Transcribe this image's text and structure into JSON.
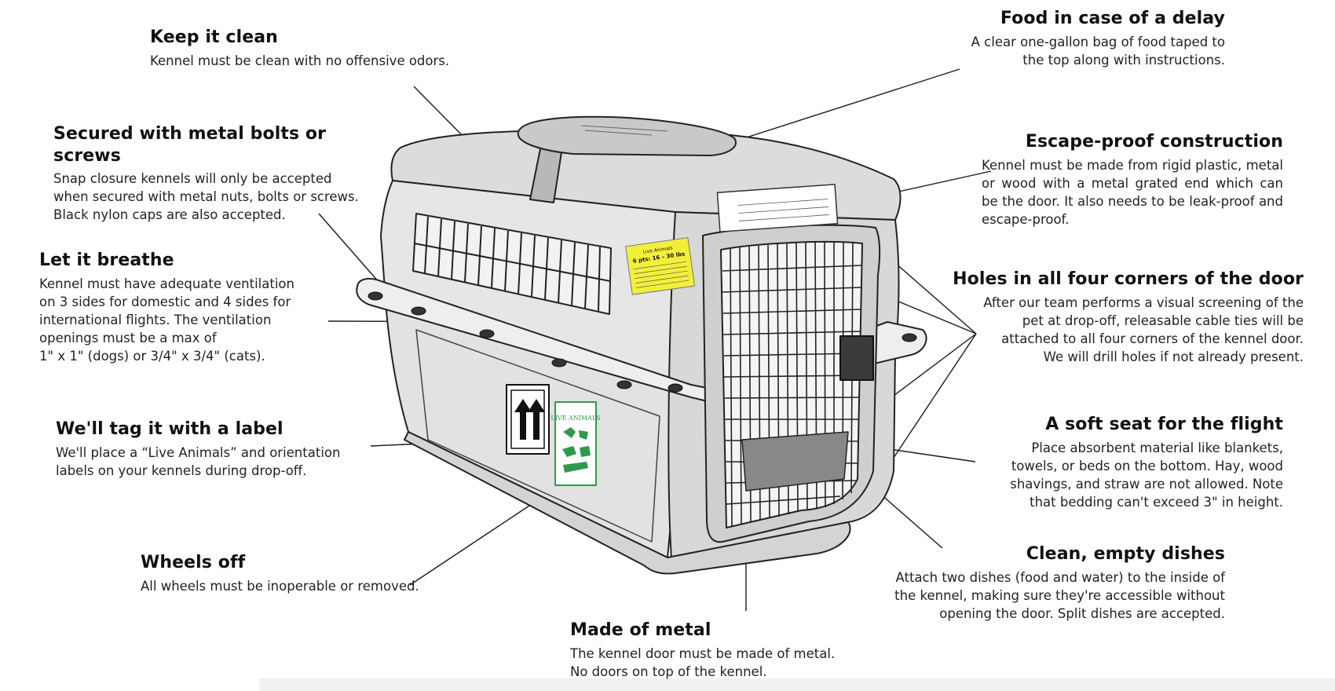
{
  "callouts": {
    "keep_clean": {
      "title": "Keep it clean",
      "text": "Kennel must be clean with no offensive odors."
    },
    "food_delay": {
      "title": "Food in case of a delay",
      "text": "A clear one-gallon bag of food taped to\nthe top along with instructions."
    },
    "secured": {
      "title": "Secured with metal bolts or screws",
      "text": "Snap closure kennels will only be accepted\nwhen secured with metal nuts, bolts or screws.\nBlack nylon caps are also accepted."
    },
    "escape_proof": {
      "title": "Escape-proof construction",
      "text": "Kennel must be made from rigid plastic, metal or wood with a metal grated end which can be the door. It also needs to be leak-proof and escape-proof."
    },
    "breathe": {
      "title": "Let it breathe",
      "text": "Kennel must have adequate ventilation\non 3 sides for domestic and 4 sides for\ninternational flights. The ventilation\nopenings must be a max of\n1\" x 1\" (dogs) or 3/4\"  x 3/4\" (cats)."
    },
    "holes": {
      "title": "Holes in all four corners of the door",
      "text": "After our team performs a visual screening of the\npet at drop-off, releasable cable ties will be\nattached to all four corners of the kennel door.\nWe will drill holes if not already present."
    },
    "tag": {
      "title": "We'll tag it with a label",
      "text": "We'll place a “Live Animals” and orientation\nlabels on your kennels during drop-off."
    },
    "soft_seat": {
      "title": "A soft seat for the flight",
      "text": "Place absorbent material like blankets,\ntowels, or beds on the bottom. Hay, wood\nshavings, and straw are not allowed. Note\nthat bedding can't exceed 3\" in height."
    },
    "wheels": {
      "title": "Wheels off",
      "text": "All wheels must be inoperable or removed."
    },
    "dishes": {
      "title": "Clean, empty dishes",
      "text": "Attach two dishes (food and water) to the inside of\nthe kennel, making sure they're accessible without\nopening the door. Split dishes are accepted."
    },
    "metal": {
      "title": "Made of metal",
      "text": "The kennel door must be made of metal.\nNo doors on top of the kennel."
    }
  },
  "labels": {
    "live_animals_title": "Live Animals",
    "live_animals_weight": "6 pts: 16 – 30 lbs",
    "green_label_text": "LIVE ANIMALS"
  },
  "colors": {
    "kennel_body": "#e4e4e4",
    "kennel_outline": "#222222",
    "yellow_label": "#f2ef3c",
    "green_label": "#2e9a4c"
  }
}
